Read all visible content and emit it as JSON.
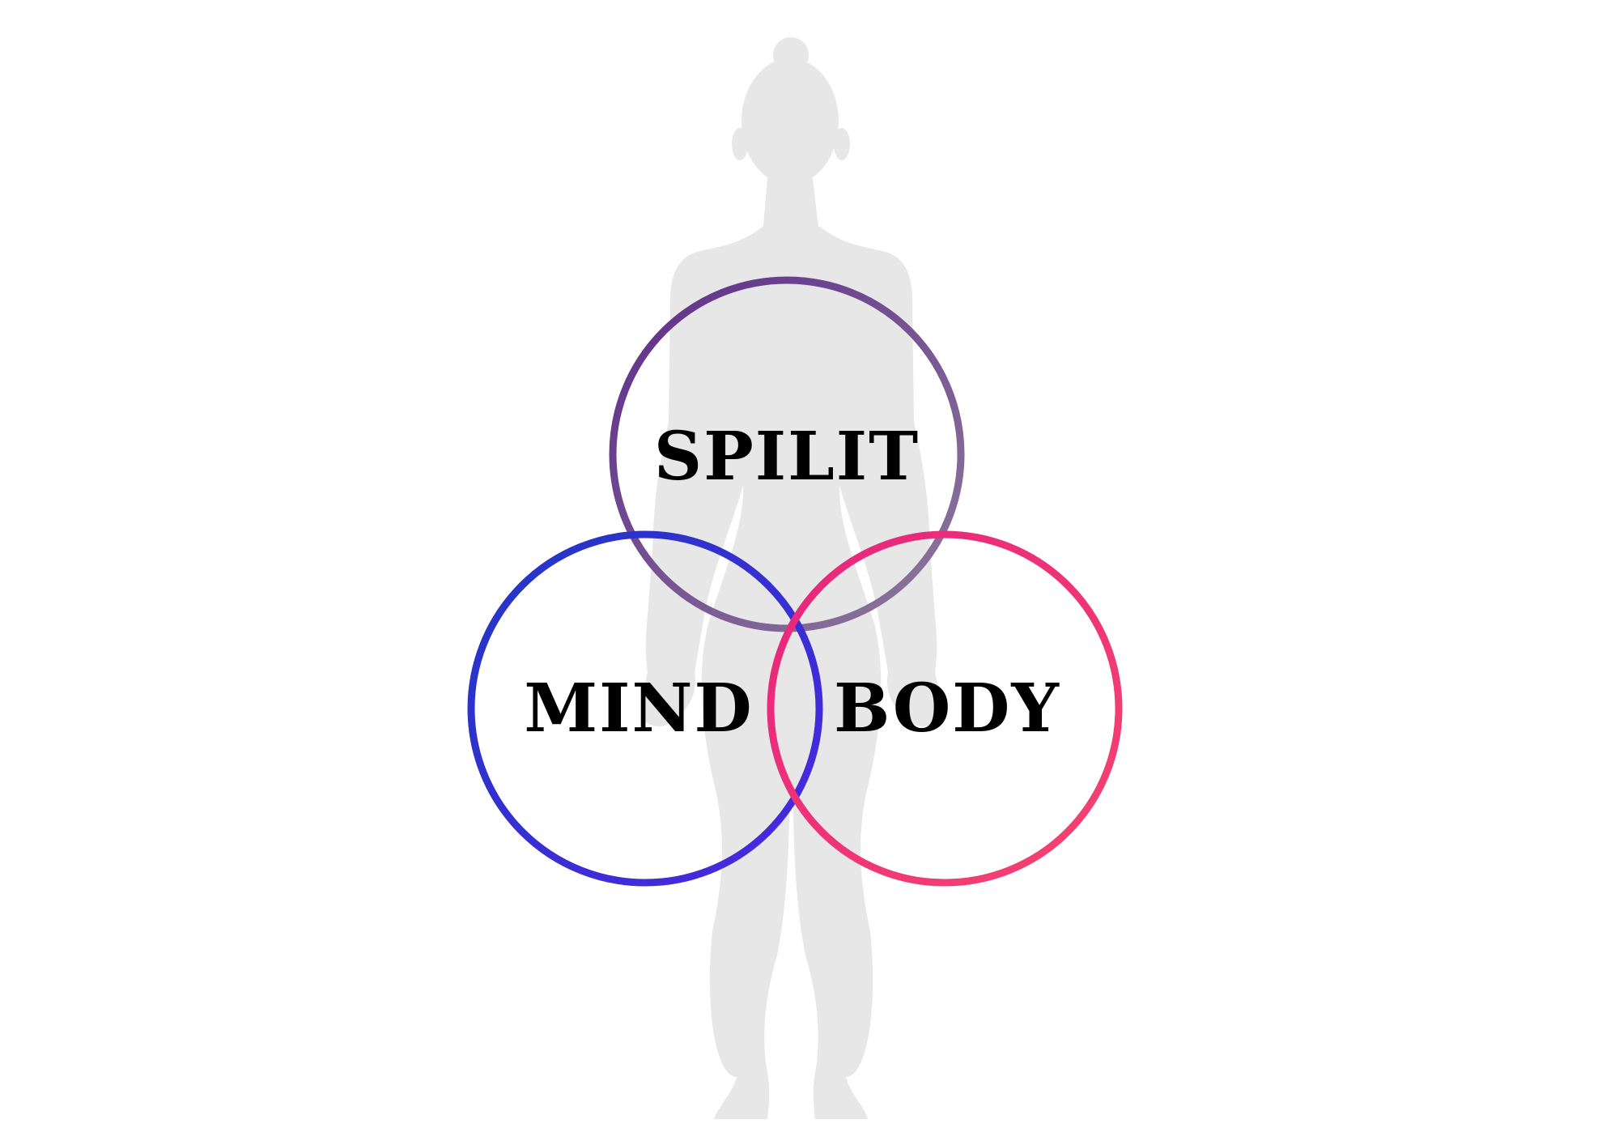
{
  "diagram": {
    "background": "#ffffff",
    "silhouette_color": "#e7e7e7",
    "circles": [
      {
        "id": "spirit",
        "label": "SPILIT",
        "gradient_start": "#5e2d8a",
        "gradient_end": "#8e7a9b"
      },
      {
        "id": "mind",
        "label": "MIND",
        "gradient_start": "#2336c4",
        "gradient_end": "#4a28e0"
      },
      {
        "id": "body",
        "label": "BODY",
        "gradient_start": "#e6247e",
        "gradient_end": "#f54470"
      }
    ]
  }
}
